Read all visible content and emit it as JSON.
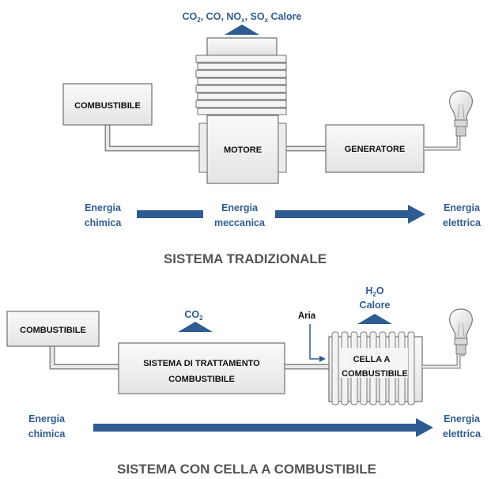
{
  "colors": {
    "arrow_blue": "#2f5b93",
    "box_fill": "#f0f0f0",
    "box_stroke": "#6f6f6f",
    "title_gray": "#555555"
  },
  "traditional": {
    "fuel_label": "COMBUSTIBILE",
    "engine_label": "MOTORE",
    "generator_label": "GENERATORE",
    "emissions": {
      "co2_base": "CO",
      "co2_sub": "2",
      "co_label": ", CO, ",
      "nox_base": "NO",
      "nox_sub": "x",
      "sox_sep": ", ",
      "sox_base": "SO",
      "sox_sub": "x",
      "heat_label": " Calore"
    },
    "energy_chem_1": "Energia",
    "energy_chem_2": "chimica",
    "energy_mech_1": "Energia",
    "energy_mech_2": "meccanica",
    "energy_elec_1": "Energia",
    "energy_elec_2": "elettrica",
    "title": "SISTEMA TRADIZIONALE"
  },
  "fuel_cell": {
    "fuel_label": "COMBUSTIBILE",
    "treatment_line1": "SISTEMA DI TRATTAMENTO",
    "treatment_line2": "COMBUSTIBILE",
    "cell_line1": "CELLA A",
    "cell_line2": "COMBUSTIBILE",
    "air_label": "Aria",
    "co2_base": "CO",
    "co2_sub": "2",
    "h2o_h": "H",
    "h2o_sub": "2",
    "h2o_o": "O",
    "heat_label": "Calore",
    "energy_chem_1": "Energia",
    "energy_chem_2": "chimica",
    "energy_elec_1": "Energia",
    "energy_elec_2": "elettrica",
    "title": "SISTEMA CON CELLA A COMBUSTIBILE"
  }
}
